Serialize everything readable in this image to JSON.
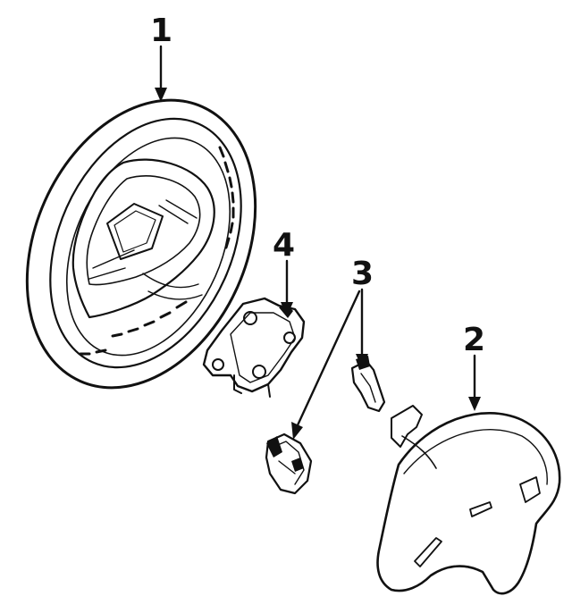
{
  "callouts": [
    {
      "id": "1",
      "label": "1"
    },
    {
      "id": "2",
      "label": "2"
    },
    {
      "id": "3",
      "label": "3"
    },
    {
      "id": "4",
      "label": "4"
    }
  ],
  "parts": [
    {
      "callout": "1",
      "name": "steering-wheel"
    },
    {
      "callout": "2",
      "name": "airbag-cover"
    },
    {
      "callout": "3",
      "name": "clip"
    },
    {
      "callout": "4",
      "name": "bracket"
    }
  ]
}
